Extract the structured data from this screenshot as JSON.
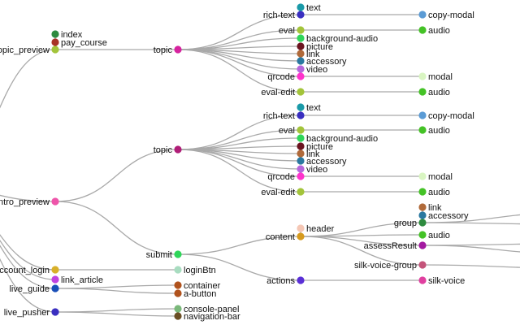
{
  "nodes": [
    {
      "id": "topic_preview",
      "label": "opic_preview",
      "color": "#a3c43a"
    },
    {
      "id": "index",
      "label": "index",
      "color": "#2e8b3f"
    },
    {
      "id": "pay_course",
      "label": "pay_course",
      "color": "#a83226"
    },
    {
      "id": "topic1",
      "label": "topic",
      "color": "#d6249f"
    },
    {
      "id": "richtext1",
      "label": "rich-text",
      "color": "#3a2fc0"
    },
    {
      "id": "text1",
      "label": "text",
      "color": "#1a9aa8"
    },
    {
      "id": "copymodal1",
      "label": "copy-modal",
      "color": "#5b9bd5"
    },
    {
      "id": "eval1",
      "label": "eval",
      "color": "#a3c43a"
    },
    {
      "id": "audio1",
      "label": "audio",
      "color": "#44c226"
    },
    {
      "id": "bgaudio1",
      "label": "background-audio",
      "color": "#2fd65a"
    },
    {
      "id": "picture1",
      "label": "picture",
      "color": "#6b1420"
    },
    {
      "id": "link1",
      "label": "link",
      "color": "#b06a3a"
    },
    {
      "id": "accessory1",
      "label": "accessory",
      "color": "#2a78a0"
    },
    {
      "id": "video1",
      "label": "video",
      "color": "#b666dc"
    },
    {
      "id": "qrcode1",
      "label": "qrcode",
      "color": "#ff33cc"
    },
    {
      "id": "modal1",
      "label": "modal",
      "color": "#d9f5c2"
    },
    {
      "id": "evaledit1",
      "label": "eval-edit",
      "color": "#a3c43a"
    },
    {
      "id": "audio2",
      "label": "audio",
      "color": "#44c226"
    },
    {
      "id": "intro_preview",
      "label": "ntro_preview",
      "color": "#ee55aa"
    },
    {
      "id": "topic2",
      "label": "topic",
      "color": "#b01e78"
    },
    {
      "id": "richtext2",
      "label": "rich-text",
      "color": "#3a2fc0"
    },
    {
      "id": "text2",
      "label": "text",
      "color": "#1a9aa8"
    },
    {
      "id": "copymodal2",
      "label": "copy-modal",
      "color": "#5b9bd5"
    },
    {
      "id": "eval2",
      "label": "eval",
      "color": "#a3c43a"
    },
    {
      "id": "audio3",
      "label": "audio",
      "color": "#44c226"
    },
    {
      "id": "bgaudio2",
      "label": "background-audio",
      "color": "#2fd65a"
    },
    {
      "id": "picture2",
      "label": "picture",
      "color": "#6b1420"
    },
    {
      "id": "link2",
      "label": "link",
      "color": "#b06a3a"
    },
    {
      "id": "accessory2",
      "label": "accessory",
      "color": "#2a78a0"
    },
    {
      "id": "video2",
      "label": "video",
      "color": "#b666dc"
    },
    {
      "id": "qrcode2",
      "label": "qrcode",
      "color": "#ff33cc"
    },
    {
      "id": "modal2",
      "label": "modal",
      "color": "#d9f5c2"
    },
    {
      "id": "evaledit2",
      "label": "eval-edit",
      "color": "#a3c43a"
    },
    {
      "id": "audio4",
      "label": "audio",
      "color": "#44c226"
    },
    {
      "id": "submit",
      "label": "submit",
      "color": "#2fd65a"
    },
    {
      "id": "content",
      "label": "content",
      "color": "#d69a1e"
    },
    {
      "id": "header",
      "label": "header",
      "color": "#f5c7b5"
    },
    {
      "id": "group",
      "label": "group",
      "color": "#2e8b3f"
    },
    {
      "id": "link3",
      "label": "link",
      "color": "#b06a3a"
    },
    {
      "id": "accessory3",
      "label": "accessory",
      "color": "#2a78a0"
    },
    {
      "id": "audio5",
      "label": "audio",
      "color": "#44c226"
    },
    {
      "id": "assessResult",
      "label": "assessResult",
      "color": "#a319a0"
    },
    {
      "id": "silkvoicegroup",
      "label": "silk-voice-group",
      "color": "#c4547a"
    },
    {
      "id": "actions",
      "label": "actions",
      "color": "#5a2fd6"
    },
    {
      "id": "silkvoice",
      "label": "silk-voice",
      "color": "#e040a0"
    },
    {
      "id": "account_login",
      "label": "ccount_login",
      "color": "#d8b02a"
    },
    {
      "id": "loginBtn",
      "label": "loginBtn",
      "color": "#a8dcc0"
    },
    {
      "id": "link_article",
      "label": "link_article",
      "color": "#c044e0"
    },
    {
      "id": "live_guide",
      "label": "live_guide",
      "color": "#1a4fb8"
    },
    {
      "id": "container",
      "label": "container",
      "color": "#b0521c"
    },
    {
      "id": "abutton",
      "label": "a-button",
      "color": "#b0521c"
    },
    {
      "id": "live_pusher",
      "label": "live_pusher",
      "color": "#3a2fc0"
    },
    {
      "id": "consolepanel",
      "label": "console-panel",
      "color": "#7ab87a"
    },
    {
      "id": "navbar",
      "label": "navigation-bar",
      "color": "#6b4e24"
    }
  ],
  "edges": [
    [
      "topic_preview",
      "index"
    ],
    [
      "topic_preview",
      "pay_course"
    ],
    [
      "topic_preview",
      "topic1"
    ],
    [
      "topic1",
      "richtext1"
    ],
    [
      "topic1",
      "eval1"
    ],
    [
      "topic1",
      "bgaudio1"
    ],
    [
      "topic1",
      "picture1"
    ],
    [
      "topic1",
      "link1"
    ],
    [
      "topic1",
      "accessory1"
    ],
    [
      "topic1",
      "video1"
    ],
    [
      "topic1",
      "qrcode1"
    ],
    [
      "topic1",
      "evaledit1"
    ],
    [
      "richtext1",
      "text1"
    ],
    [
      "richtext1",
      "copymodal1"
    ],
    [
      "eval1",
      "audio1"
    ],
    [
      "qrcode1",
      "modal1"
    ],
    [
      "evaledit1",
      "audio2"
    ],
    [
      "intro_preview",
      "topic2"
    ],
    [
      "intro_preview",
      "submit"
    ],
    [
      "topic2",
      "richtext2"
    ],
    [
      "topic2",
      "eval2"
    ],
    [
      "topic2",
      "bgaudio2"
    ],
    [
      "topic2",
      "picture2"
    ],
    [
      "topic2",
      "link2"
    ],
    [
      "topic2",
      "accessory2"
    ],
    [
      "topic2",
      "video2"
    ],
    [
      "topic2",
      "qrcode2"
    ],
    [
      "topic2",
      "evaledit2"
    ],
    [
      "richtext2",
      "text2"
    ],
    [
      "richtext2",
      "copymodal2"
    ],
    [
      "eval2",
      "audio3"
    ],
    [
      "qrcode2",
      "modal2"
    ],
    [
      "evaledit2",
      "audio4"
    ],
    [
      "submit",
      "content"
    ],
    [
      "submit",
      "actions"
    ],
    [
      "content",
      "header"
    ],
    [
      "content",
      "group"
    ],
    [
      "content",
      "audio5"
    ],
    [
      "content",
      "assessResult"
    ],
    [
      "content",
      "silkvoicegroup"
    ],
    [
      "group",
      "link3"
    ],
    [
      "group",
      "accessory3"
    ],
    [
      "actions",
      "silkvoice"
    ],
    [
      "account_login",
      "loginBtn"
    ],
    [
      "live_guide",
      "container"
    ],
    [
      "live_guide",
      "abutton"
    ],
    [
      "live_pusher",
      "consolepanel"
    ],
    [
      "live_pusher",
      "navbar"
    ]
  ]
}
